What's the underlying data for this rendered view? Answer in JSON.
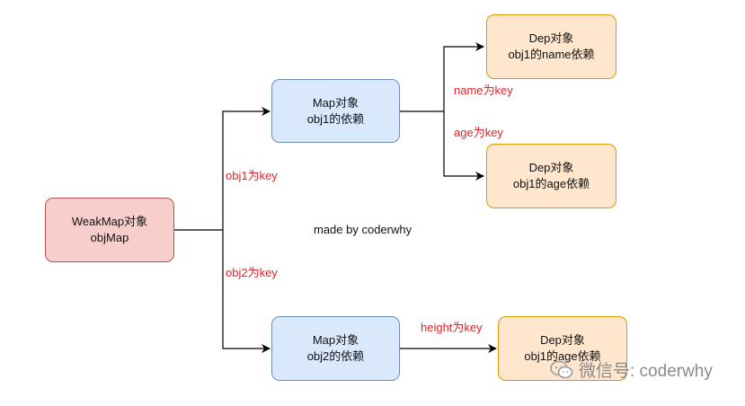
{
  "nodes": {
    "weakmap": {
      "line1": "WeakMap对象",
      "line2": "objMap"
    },
    "map_obj1": {
      "line1": "Map对象",
      "line2": "obj1的依赖"
    },
    "map_obj2": {
      "line1": "Map对象",
      "line2": "obj2的依赖"
    },
    "dep_name": {
      "line1": "Dep对象",
      "line2": "obj1的name依赖"
    },
    "dep_age": {
      "line1": "Dep对象",
      "line2": "obj1的age依赖"
    },
    "dep_height": {
      "line1": "Dep对象",
      "line2": "obj1的age依赖"
    }
  },
  "edge_labels": {
    "obj1_key": "obj1为key",
    "obj2_key": "obj2为key",
    "name_key": "name为key",
    "age_key": "age为key",
    "height_key": "height为key"
  },
  "caption": "made by coderwhy",
  "watermark": "微信号: coderwhy",
  "colors": {
    "edge_label": "#e0242b",
    "red_fill": "#f8cecc",
    "blue_fill": "#dae8fc",
    "orange_fill": "#ffe6cc"
  }
}
